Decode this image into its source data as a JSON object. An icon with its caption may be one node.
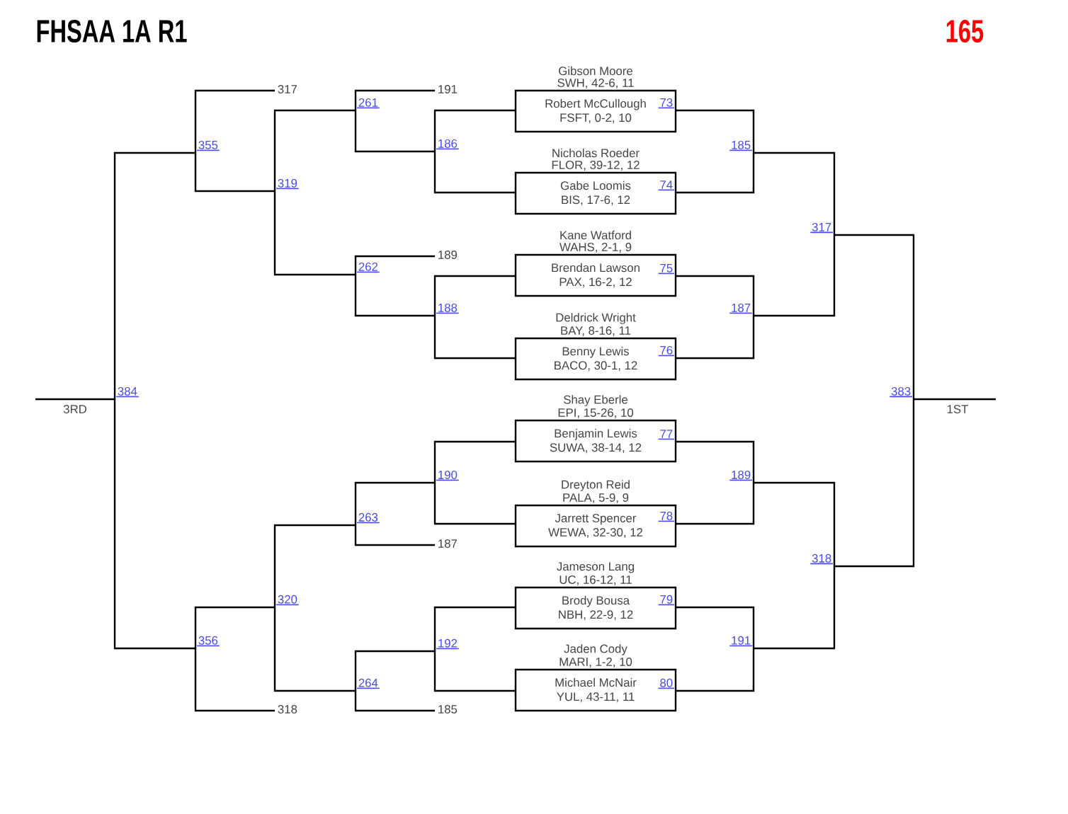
{
  "diagram": {
    "title": "FHSAA 1A R1",
    "nodes": [
      {
        "text": [
          "Gibson Moore",
          "SWH, 42-6, 11",
          "Robert McCullough",
          "FSFT, 0-2, 10"
        ]
      },
      {
        "text": [
          "Nicholas Roeder",
          "FLOR, 39-12, 12",
          "Gabe Loomis",
          "BIS, 17-6, 12"
        ]
      },
      {
        "text": [
          "Kane Watford",
          "WAHS, 2-1, 9",
          "Brendan Lawson",
          "PAX, 16-2, 12"
        ]
      },
      {
        "text": [
          "Deldrick Wright",
          "BAY, 8-16, 11",
          "Benny Lewis",
          "BACO, 30-1, 12"
        ]
      },
      {
        "text": [
          "Shay Eberle",
          "EPI, 15-26, 10",
          "Benjamin Lewis",
          "SUWA, 38-14, 12"
        ]
      },
      {
        "text": [
          "Dreyton Reid",
          "PALA, 5-9, 9",
          "Jarrett Spencer",
          "WEWA, 32-30, 12"
        ]
      },
      {
        "text": [
          "Jameson Lang",
          "UC, 16-12, 11",
          "Brody Bousa",
          "NBH, 22-9, 12"
        ]
      },
      {
        "text": [
          "Jaden Cody",
          "MARI, 1-2, 10",
          "Michael McNair",
          "YUL, 43-11, 11"
        ]
      }
    ],
    "labels": [
      "165",
      "317",
      "191",
      "73",
      "261",
      "355",
      "185",
      "186",
      "74",
      "319",
      "317",
      "189",
      "262",
      "75",
      "188",
      "187",
      "76",
      "3RD",
      "384",
      "383",
      "1ST",
      "77",
      "190",
      "189",
      "263",
      "78",
      "187",
      "318",
      "320",
      "79",
      "192",
      "356",
      "191",
      "264",
      "80",
      "318",
      "185"
    ]
  }
}
